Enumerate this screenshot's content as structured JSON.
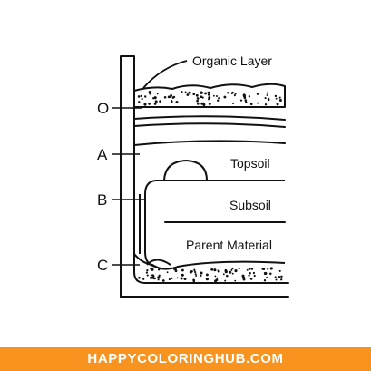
{
  "diagram": {
    "callout_label": "Organic Layer",
    "horizons": [
      "O",
      "A",
      "B",
      "C"
    ],
    "layer_labels": [
      "Topsoil",
      "Subsoil",
      "Parent Material"
    ]
  },
  "footer": {
    "text": "HAPPYCOLORINGHUB.COM",
    "background_color": "#F7931E",
    "text_color": "#FFFFFF"
  },
  "colors": {
    "line": "#111111",
    "background": "#FFFFFF"
  }
}
